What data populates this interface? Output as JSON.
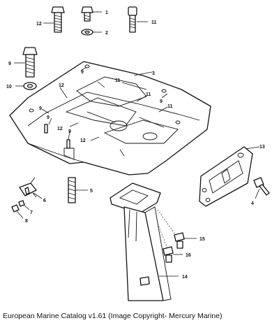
{
  "caption": "European Marine Catalog v1.61 (Image Copyright- Mercury Marine)",
  "callouts": {
    "c1": "1",
    "c2": "2",
    "c3": "3",
    "c4": "4",
    "c5": "5",
    "c6": "6",
    "c7": "7",
    "c8": "8",
    "c9a": "9",
    "c9b": "9",
    "c9c": "9",
    "c9d": "9",
    "c9e": "9",
    "c9f": "9",
    "c10": "10",
    "c11a": "11",
    "c11b": "11",
    "c11c": "11",
    "c11d": "11",
    "c12a": "12",
    "c12b": "12",
    "c12c": "12",
    "c12d": "12",
    "c13": "13",
    "c14": "14",
    "c15": "15",
    "c16": "16"
  }
}
